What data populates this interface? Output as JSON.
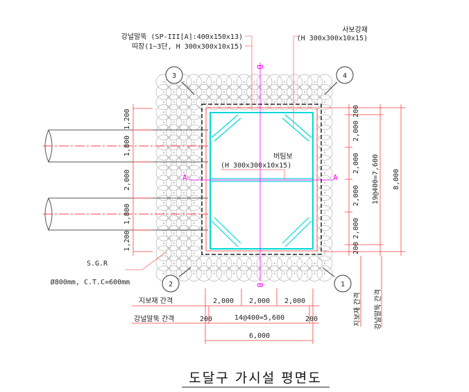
{
  "labels": {
    "sheet_pile": "강널말뚝 (SP-III[A]:400x150x13)",
    "wale": "띠장(1~3단, H 300x300x10x15)",
    "corner_brace": "사보강재",
    "corner_brace_spec": "(H 300x300x10x15)",
    "strut": "버팀보",
    "strut_spec": "(H 300x300x10x15)",
    "sgr": "S.G.R",
    "sgr_spec": "Ø800mm, C.T.C=600mm",
    "section_a": "A",
    "section_b": "B",
    "title": "도달구 가시설 평면도"
  },
  "corner_markers": [
    "1",
    "2",
    "3",
    "4"
  ],
  "left_dims": [
    "1,200",
    "1,800",
    "2,000",
    "1,800",
    "1,200"
  ],
  "right_dims": {
    "support": [
      "200",
      "2,000",
      "2,000",
      "2,000",
      "2,000",
      "200"
    ],
    "pile": "19@400=7,600",
    "total": "8,000",
    "support_label": "지보재 간격",
    "pile_label": "강널말뚝 간격"
  },
  "bottom_dims": {
    "support_label": "지보재 간격",
    "support": [
      "2,000",
      "2,000",
      "2,000"
    ],
    "pile_label": "강널말뚝 간격",
    "pile": [
      "200",
      "14@400=5,600",
      "200"
    ],
    "total": "6,000"
  },
  "colors": {
    "dim": "#ff3b3b",
    "steel": "#00e5e5",
    "section": "#ff00ff",
    "grout": "#b0b0b0"
  }
}
